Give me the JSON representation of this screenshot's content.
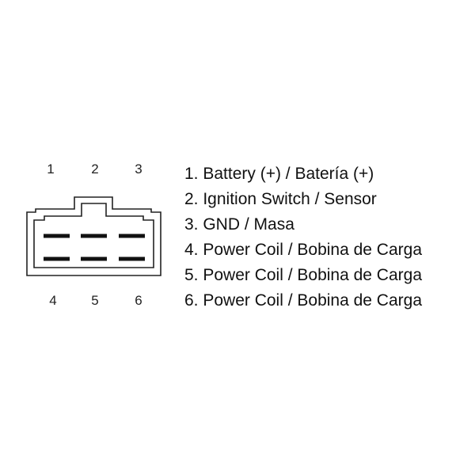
{
  "pin_numbers_top": [
    "1",
    "2",
    "3"
  ],
  "pin_numbers_bottom": [
    "4",
    "5",
    "6"
  ],
  "legend": [
    "1. Battery (+) / Batería (+)",
    "2. Ignition Switch / Sensor",
    "3. GND / Masa",
    "4. Power Coil / Bobina de Carga",
    "5. Power Coil / Bobina de Carga",
    "6. Power Coil / Bobina de Carga"
  ]
}
